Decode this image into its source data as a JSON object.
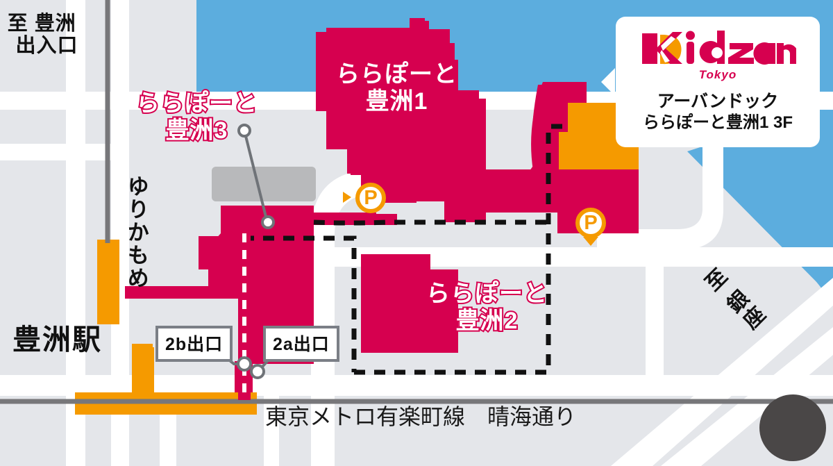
{
  "map": {
    "title": "KidZania Tokyo access map — Toyosu",
    "colors": {
      "land": "#e4e6ea",
      "water": "#5cadde",
      "building_pink": "#d6004f",
      "building_orange": "#f59a00",
      "building_gray": "#b8b9bb",
      "road_white": "#ffffff",
      "rail_gray": "#77777a",
      "text_black": "#111111",
      "compass_gray": "#4a4747"
    },
    "labels": {
      "toyosu_exit_line1": "至 豊洲",
      "toyosu_exit_line2": "出入口",
      "yurikamome": "ゆりかもめ",
      "toyosu_station": "豊洲駅",
      "metro_line": "東京メトロ有楽町線　晴海通り",
      "to_ginza": "至 銀座"
    },
    "malls": [
      {
        "id": "lalaport-toyosu-3",
        "line1": "ららぽーと",
        "line2": "豊洲3",
        "style": "outlined-pink"
      },
      {
        "id": "lalaport-toyosu-1",
        "line1": "ららぽーと",
        "line2": "豊洲1",
        "style": "white-on-pink"
      },
      {
        "id": "lalaport-toyosu-2",
        "line1": "ららぽーと",
        "line2": "豊洲2",
        "style": "outlined-pink"
      }
    ],
    "exits": [
      {
        "id": "exit-2b",
        "label": "2b出口"
      },
      {
        "id": "exit-2a",
        "label": "2a出口"
      }
    ],
    "parking_markers": [
      {
        "id": "parking-west",
        "label": "P",
        "pointer": "left"
      },
      {
        "id": "parking-east",
        "label": "P",
        "pointer": "down"
      }
    ],
    "compass": {
      "direction": "west-pointing-arrow"
    }
  },
  "info_card": {
    "logo": {
      "brand_k": "K",
      "brand_rest": "idZania",
      "sub": "Tokyo",
      "color_pink": "#d6004f",
      "color_orange": "#f59a00"
    },
    "line1": "アーバンドック",
    "line2": "ららぽーと豊洲1 3F"
  }
}
